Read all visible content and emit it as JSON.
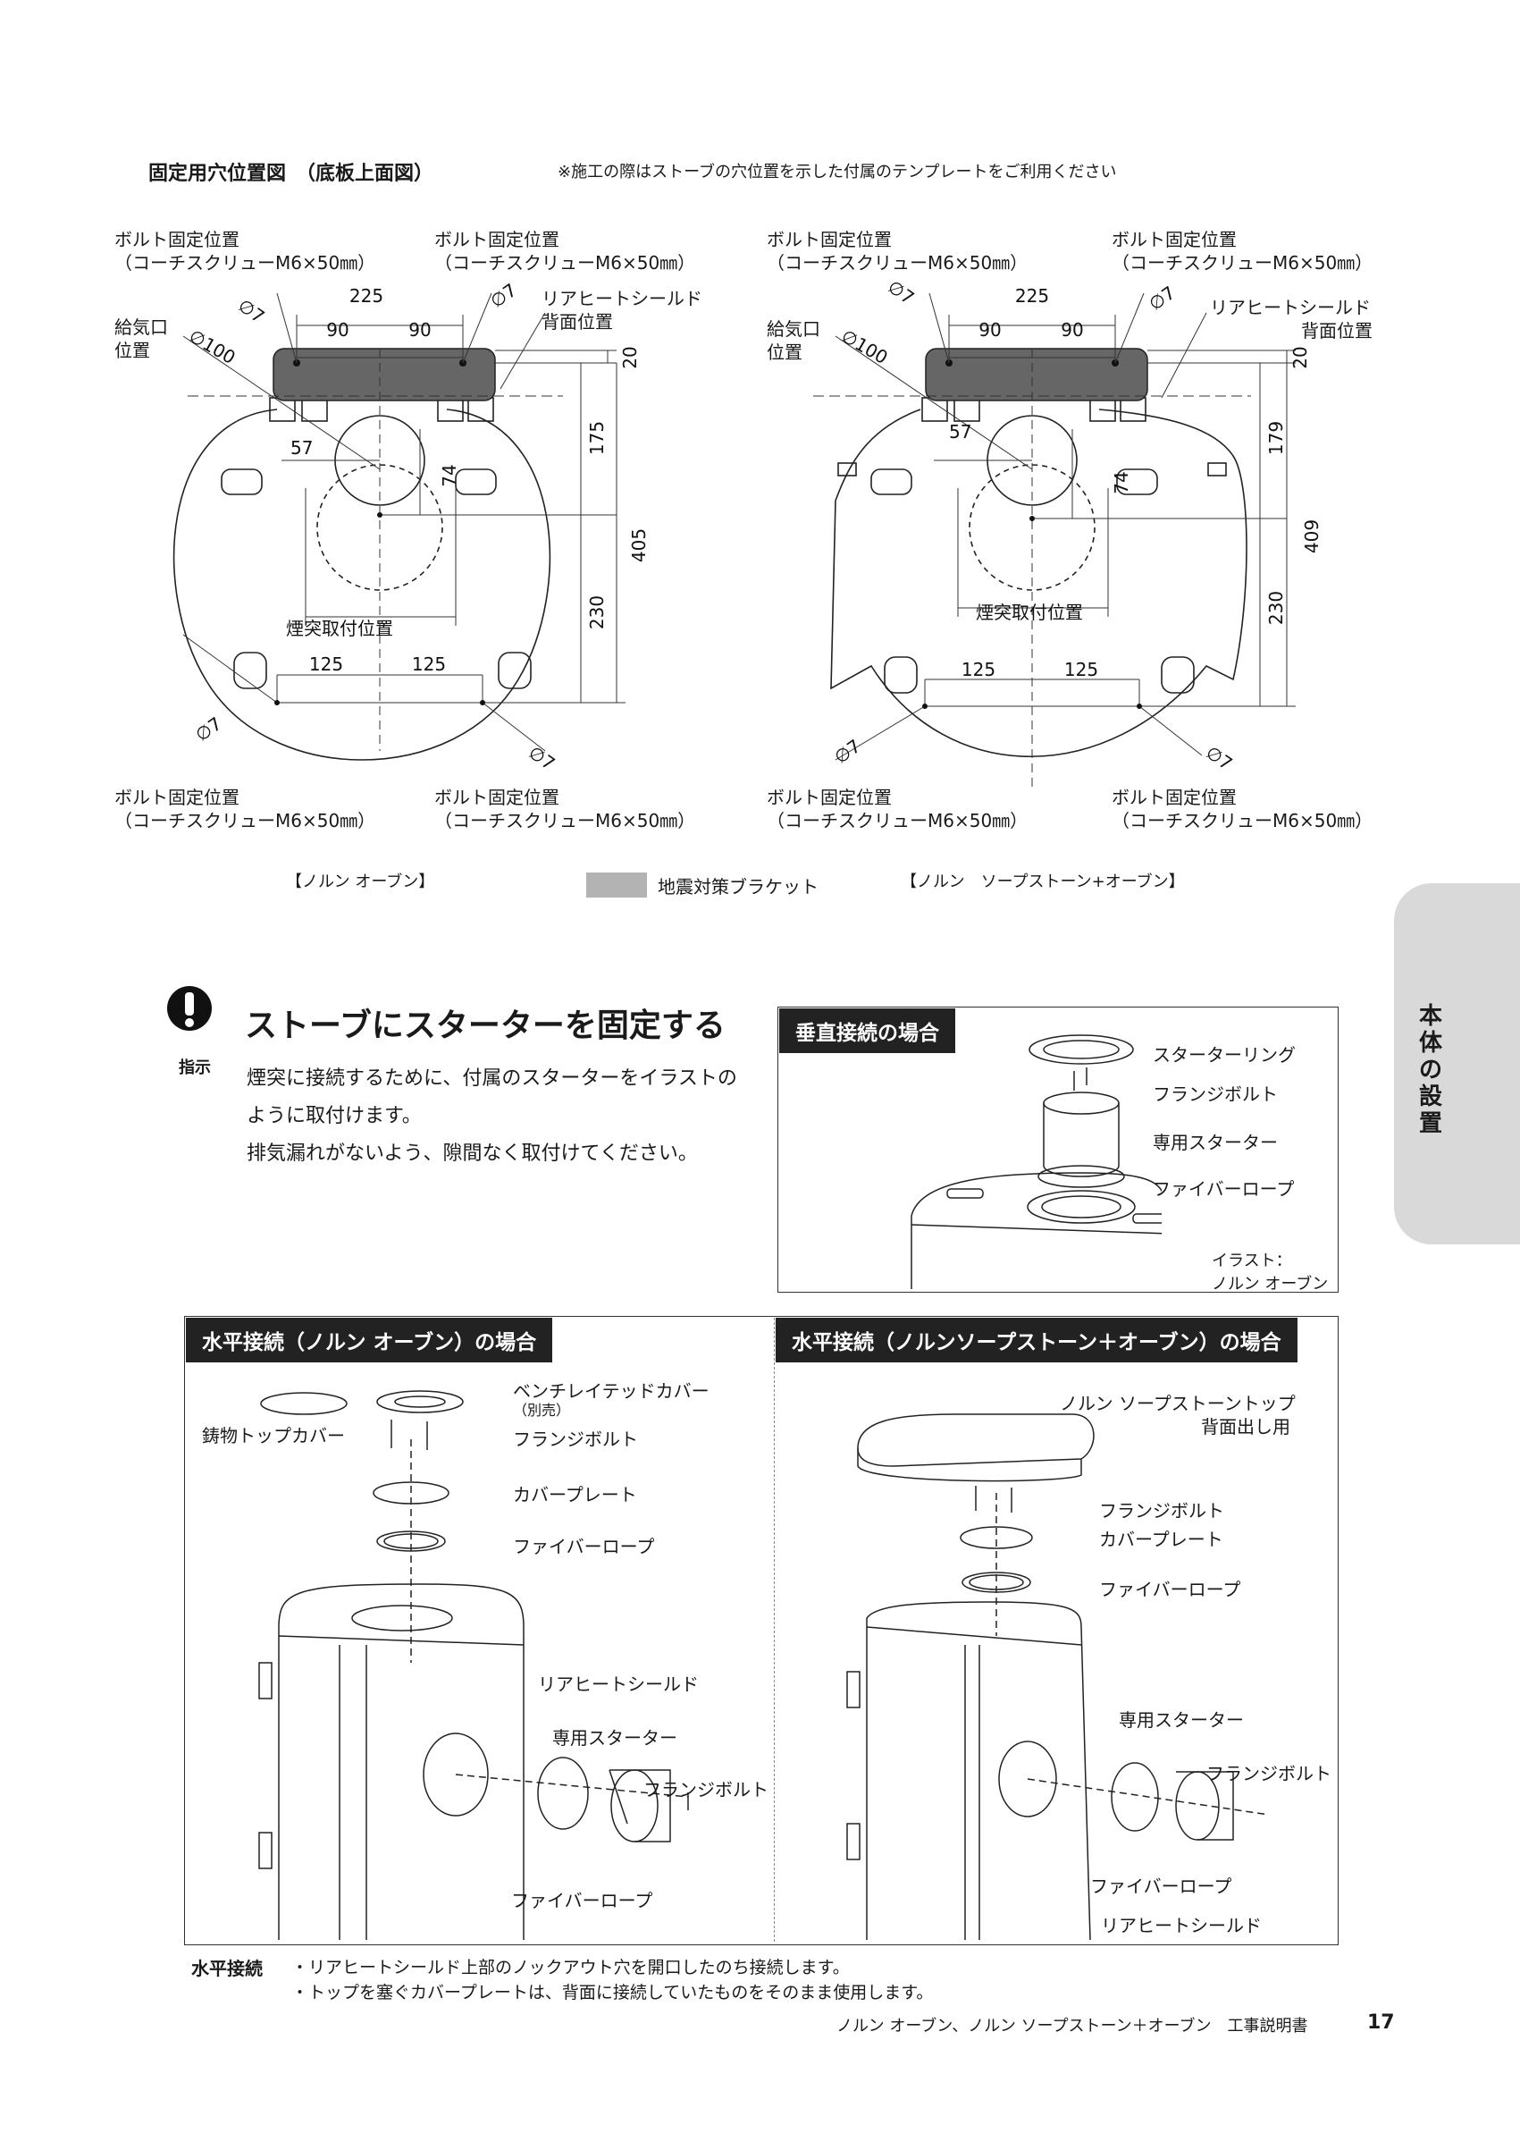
{
  "header": {
    "title": "固定用穴位置図　（底板上面図）",
    "note": "※施工の際はストーブの穴位置を示した付属のテンプレートをご利用ください"
  },
  "labels": {
    "bolt_pos": "ボルト固定位置",
    "coach_screw": "（コーチスクリューM6×50㎜）",
    "intake_1": "給気口",
    "intake_2": "位置",
    "rear_shield_1": "リアヒートシールド",
    "rear_shield_2": "背面位置",
    "chimney_pos": "煙突取付位置",
    "phi7": "∅7",
    "phi100": "∅100"
  },
  "dimensions": {
    "d225": "225",
    "d90": "90",
    "d20": "20",
    "d57": "57",
    "d74": "74",
    "d175": "175",
    "d179": "179",
    "d405": "405",
    "d409": "409",
    "d230": "230",
    "d125": "125"
  },
  "captions": {
    "left": "【ノルン オーブン】",
    "legend": "地震対策ブラケット",
    "right": "【ノルン　ソープストーン+オーブン】"
  },
  "instruction": {
    "icon_label": "指示",
    "title": "ストーブにスターターを固定する",
    "lines": [
      "煙突に接続するために、付属のスターターをイラストの",
      "ように取付けます。",
      "排気漏れがないよう、隙間なく取付けてください。"
    ]
  },
  "vertical_box": {
    "heading": "垂直接続の場合",
    "starter_ring": "スターターリング",
    "flange_bolt": "フランジボルト",
    "starter": "専用スターター",
    "fiber_rope": "ファイバーロープ",
    "illust_1": "イラスト：",
    "illust_2": "ノルン オーブン"
  },
  "horizontal_left": {
    "heading": "水平接続（ノルン オーブン）の場合",
    "cast_cover": "鋳物トップカバー",
    "vent_cover": "ベンチレイテッドカバー",
    "sold_separately": "（別売）",
    "flange_bolt": "フランジボルト",
    "cover_plate": "カバープレート",
    "fiber_rope": "ファイバーロープ",
    "rear_shield": "リアヒートシールド",
    "starter": "専用スターター",
    "flange_bolt_2": "フランジボルト",
    "fiber_rope_2": "ファイバーロープ"
  },
  "horizontal_right": {
    "heading": "水平接続（ノルンソープストーン＋オーブン）の場合",
    "top_1": "ノルン ソープストーントップ",
    "top_2": "背面出し用",
    "flange_bolt": "フランジボルト",
    "cover_plate": "カバープレート",
    "fiber_rope": "ファイバーロープ",
    "starter": "専用スターター",
    "flange_bolt_2": "フランジボルト",
    "fiber_rope_2": "ファイバーロープ",
    "rear_shield": "リアヒートシールド"
  },
  "footer_notes": {
    "label": "水平接続",
    "line1": "・リアヒートシールド上部のノックアウト穴を開口したのち接続します。",
    "line2": "・トップを塞ぐカバープレートは、背面に接続していたものをそのまま使用します。"
  },
  "side_tab": {
    "text": "本体の設置"
  },
  "footer": {
    "doc_title": "ノルン オーブン、ノルン ソープストーン＋オーブン　工事説明書",
    "page_number": "17"
  },
  "colors": {
    "bracket": "#666666",
    "legend_swatch": "#b3b3b3",
    "tab": "#d9d9d9",
    "heading_bg": "#222222"
  }
}
